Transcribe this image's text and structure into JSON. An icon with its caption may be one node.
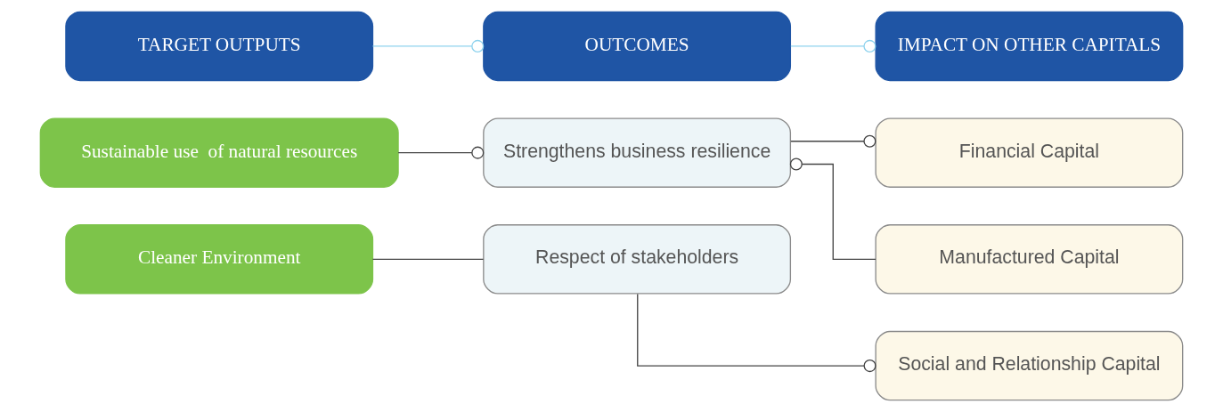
{
  "diagram": {
    "nodes": [
      {
        "text": [
          "TARGET OUTPUTS"
        ]
      },
      {
        "text": [
          "OUTCOMES"
        ]
      },
      {
        "text": [
          "IMPACT ON OTHER CAPITALS"
        ]
      },
      {
        "text": [
          "Sustainable use  of natural resources"
        ]
      },
      {
        "text": [
          "Strengthens business resilience"
        ]
      },
      {
        "text": [
          "Financial Capital"
        ]
      },
      {
        "text": [
          "Manufactured Capital"
        ]
      },
      {
        "text": [
          "Cleaner Environment"
        ]
      },
      {
        "text": [
          "Respect of stakeholders"
        ]
      },
      {
        "text": [
          "Social and Relationship Capital"
        ]
      }
    ],
    "edges": [
      {
        "from": 0,
        "to": 1,
        "arrow": "other",
        "color": "#8fd3ee"
      },
      {
        "from": 1,
        "to": 2,
        "arrow": "other",
        "color": "#8fd3ee"
      },
      {
        "from": 3,
        "to": 4,
        "arrow": "other"
      },
      {
        "from": 4,
        "to": 5,
        "arrow": "other"
      },
      {
        "from": 6,
        "to": 4,
        "arrow": "other"
      },
      {
        "from": 7,
        "to": 8,
        "arrow": "none"
      },
      {
        "from": 8,
        "to": 9,
        "arrow": "other"
      }
    ]
  }
}
